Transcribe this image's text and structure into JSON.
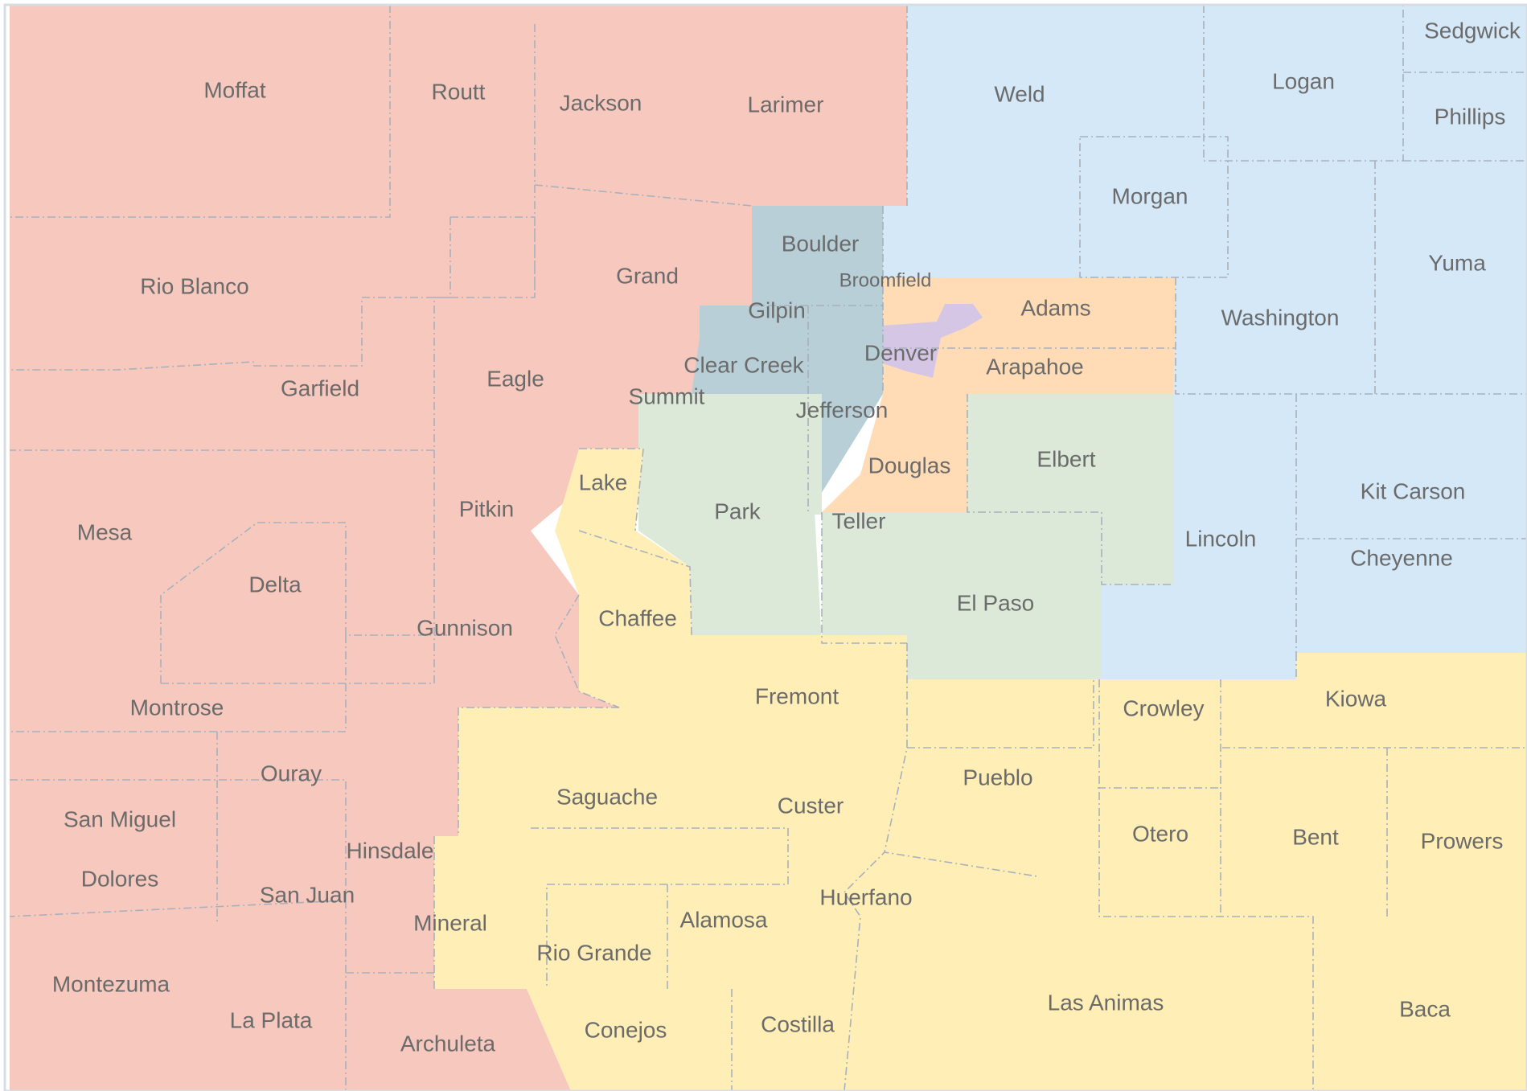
{
  "colors": {
    "northwest": "#f7c8bd",
    "front_range": "#b8cfd7",
    "metro": "#ffdcb5",
    "denver": "#d5c6e6",
    "central": "#dce9d8",
    "southern": "#ffefb6",
    "eastern": "#d4e8f8",
    "label": "#6b6b6b"
  },
  "counties": [
    {
      "name": "Moffat",
      "region": "northwest"
    },
    {
      "name": "Routt",
      "region": "northwest"
    },
    {
      "name": "Jackson",
      "region": "northwest"
    },
    {
      "name": "Larimer",
      "region": "northwest"
    },
    {
      "name": "Rio Blanco",
      "region": "northwest"
    },
    {
      "name": "Grand",
      "region": "northwest"
    },
    {
      "name": "Garfield",
      "region": "northwest"
    },
    {
      "name": "Eagle",
      "region": "northwest"
    },
    {
      "name": "Summit",
      "region": "northwest"
    },
    {
      "name": "Mesa",
      "region": "northwest"
    },
    {
      "name": "Pitkin",
      "region": "northwest"
    },
    {
      "name": "Delta",
      "region": "northwest"
    },
    {
      "name": "Gunnison",
      "region": "northwest"
    },
    {
      "name": "Montrose",
      "region": "northwest"
    },
    {
      "name": "Ouray",
      "region": "northwest"
    },
    {
      "name": "San Miguel",
      "region": "northwest"
    },
    {
      "name": "Hinsdale",
      "region": "northwest"
    },
    {
      "name": "Dolores",
      "region": "northwest"
    },
    {
      "name": "San Juan",
      "region": "northwest"
    },
    {
      "name": "Montezuma",
      "region": "northwest"
    },
    {
      "name": "La Plata",
      "region": "northwest"
    },
    {
      "name": "Archuleta",
      "region": "northwest"
    },
    {
      "name": "Boulder",
      "region": "front_range"
    },
    {
      "name": "Broomfield",
      "region": "front_range"
    },
    {
      "name": "Gilpin",
      "region": "front_range"
    },
    {
      "name": "Clear Creek",
      "region": "front_range"
    },
    {
      "name": "Jefferson",
      "region": "front_range"
    },
    {
      "name": "Adams",
      "region": "metro"
    },
    {
      "name": "Denver",
      "region": "denver"
    },
    {
      "name": "Arapahoe",
      "region": "metro"
    },
    {
      "name": "Douglas",
      "region": "metro"
    },
    {
      "name": "Elbert",
      "region": "central"
    },
    {
      "name": "Park",
      "region": "central"
    },
    {
      "name": "Teller",
      "region": "central"
    },
    {
      "name": "El Paso",
      "region": "central"
    },
    {
      "name": "Lake",
      "region": "southern"
    },
    {
      "name": "Chaffee",
      "region": "southern"
    },
    {
      "name": "Fremont",
      "region": "southern"
    },
    {
      "name": "Saguache",
      "region": "southern"
    },
    {
      "name": "Custer",
      "region": "southern"
    },
    {
      "name": "Pueblo",
      "region": "southern"
    },
    {
      "name": "Mineral",
      "region": "southern"
    },
    {
      "name": "Rio Grande",
      "region": "southern"
    },
    {
      "name": "Alamosa",
      "region": "southern"
    },
    {
      "name": "Huerfano",
      "region": "southern"
    },
    {
      "name": "Conejos",
      "region": "southern"
    },
    {
      "name": "Costilla",
      "region": "southern"
    },
    {
      "name": "Las Animas",
      "region": "southern"
    },
    {
      "name": "Crowley",
      "region": "southern"
    },
    {
      "name": "Kiowa",
      "region": "southern"
    },
    {
      "name": "Otero",
      "region": "southern"
    },
    {
      "name": "Bent",
      "region": "southern"
    },
    {
      "name": "Prowers",
      "region": "southern"
    },
    {
      "name": "Baca",
      "region": "southern"
    },
    {
      "name": "Weld",
      "region": "eastern"
    },
    {
      "name": "Logan",
      "region": "eastern"
    },
    {
      "name": "Sedgwick",
      "region": "eastern"
    },
    {
      "name": "Phillips",
      "region": "eastern"
    },
    {
      "name": "Morgan",
      "region": "eastern"
    },
    {
      "name": "Yuma",
      "region": "eastern"
    },
    {
      "name": "Washington",
      "region": "eastern"
    },
    {
      "name": "Lincoln",
      "region": "eastern"
    },
    {
      "name": "Kit Carson",
      "region": "eastern"
    },
    {
      "name": "Cheyenne",
      "region": "eastern"
    }
  ]
}
